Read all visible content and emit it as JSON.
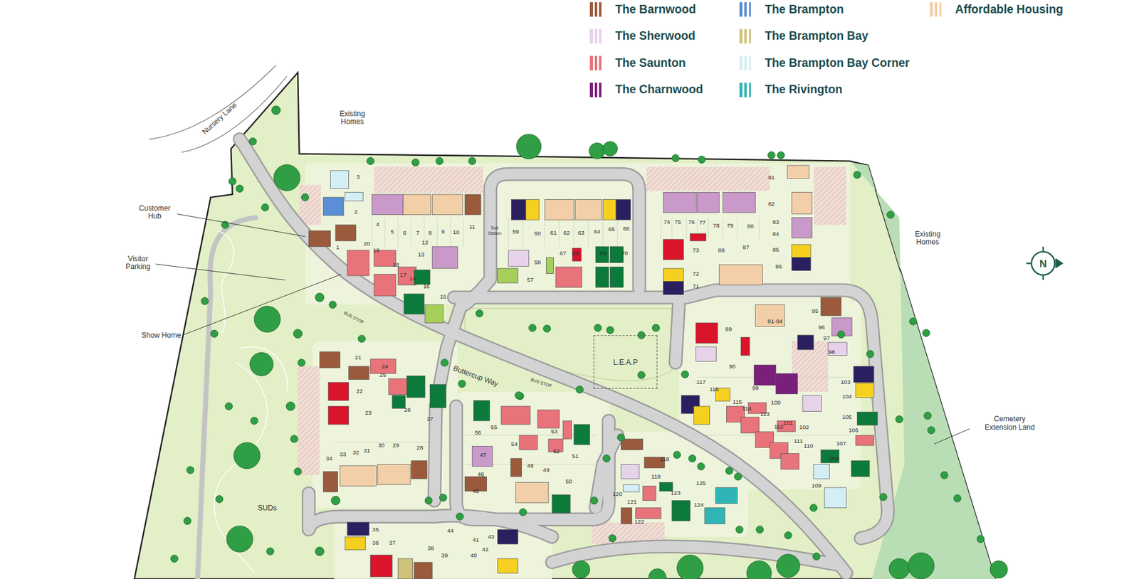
{
  "diagram": {
    "nodes": [
      {
        "text": [
          "L.E.A.P"
        ]
      }
    ],
    "labels": [
      "Existing Homes",
      "Nursery Lane",
      "Customer Hub",
      "Visitor Parking",
      "Show Home",
      "Existing Homes",
      "Cemetery Extension Land",
      "Buttercup Way",
      "BUS STOP",
      "BUS STOP",
      "Sub Station",
      "SUDs",
      "N",
      "1",
      "2",
      "3",
      "4",
      "5",
      "6",
      "7",
      "8",
      "9",
      "10",
      "11",
      "12",
      "13",
      "14",
      "15",
      "16",
      "17",
      "18",
      "19",
      "20",
      "21",
      "22",
      "23",
      "24",
      "25",
      "26",
      "27",
      "28",
      "29",
      "30",
      "31",
      "32",
      "33",
      "34",
      "35",
      "36",
      "37",
      "38",
      "39",
      "40",
      "41",
      "42",
      "43",
      "44",
      "45",
      "46",
      "47",
      "48",
      "49",
      "50",
      "51",
      "52",
      "53",
      "54",
      "55",
      "56",
      "57",
      "58",
      "59",
      "60",
      "61",
      "62",
      "63",
      "64",
      "65",
      "66",
      "67",
      "68",
      "69",
      "70",
      "71",
      "72",
      "73",
      "74",
      "75",
      "76",
      "77",
      "78",
      "79",
      "80",
      "81",
      "82",
      "83",
      "84",
      "85",
      "86",
      "87",
      "88",
      "89",
      "90",
      "91-94",
      "95",
      "96",
      "97",
      "98",
      "99",
      "100",
      "101",
      "102",
      "103",
      "104",
      "105",
      "106",
      "107",
      "108",
      "109",
      "110",
      "111",
      "112",
      "113",
      "114",
      "115",
      "116",
      "117",
      "118",
      "119",
      "120",
      "121",
      "122",
      "123",
      "124",
      "125"
    ],
    "legend": [
      {
        "text": "The Barnwood",
        "color": "#9b5a3c"
      },
      {
        "text": "The Sherwood",
        "color": "#e6d3ea"
      },
      {
        "text": "The Saunton",
        "color": "#e8737a"
      },
      {
        "text": "The Charnwood",
        "color": "#7a1f7a"
      },
      {
        "text": "The Brampton",
        "color": "#5b8ed6"
      },
      {
        "text": "The Brampton Bay",
        "color": "#cfc27a"
      },
      {
        "text": "The Brampton Bay Corner",
        "color": "#d4eef5"
      },
      {
        "text": "The Rivington",
        "color": "#2fb5b5"
      },
      {
        "text": "Affordable Housing",
        "color": "#f2cfa8"
      }
    ]
  }
}
